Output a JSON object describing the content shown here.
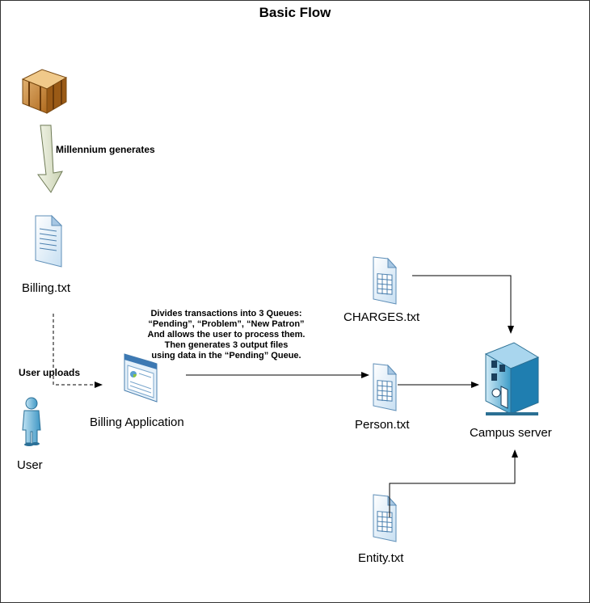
{
  "title": "Basic Flow",
  "nodes": {
    "millennium_label": "Millennium generates",
    "billing_file": "Billing.txt",
    "user_uploads": "User uploads",
    "user": "User",
    "billing_app": "Billing Application",
    "charges_file": "CHARGES.txt",
    "person_file": "Person.txt",
    "entity_file": "Entity.txt",
    "campus_server": "Campus server"
  },
  "description": {
    "lines": [
      "Divides transactions into 3 Queues:",
      "“Pending”, “Problem”, “New Patron”",
      "And allows the user to process them.",
      "Then generates 3 output files",
      "using data in the “Pending” Queue."
    ]
  },
  "icons": {
    "source": "package-box-icon",
    "billing": "text-document-icon",
    "user": "person-icon",
    "app": "application-window-icon",
    "data_files": "spreadsheet-document-icon",
    "server": "server-building-icon"
  }
}
